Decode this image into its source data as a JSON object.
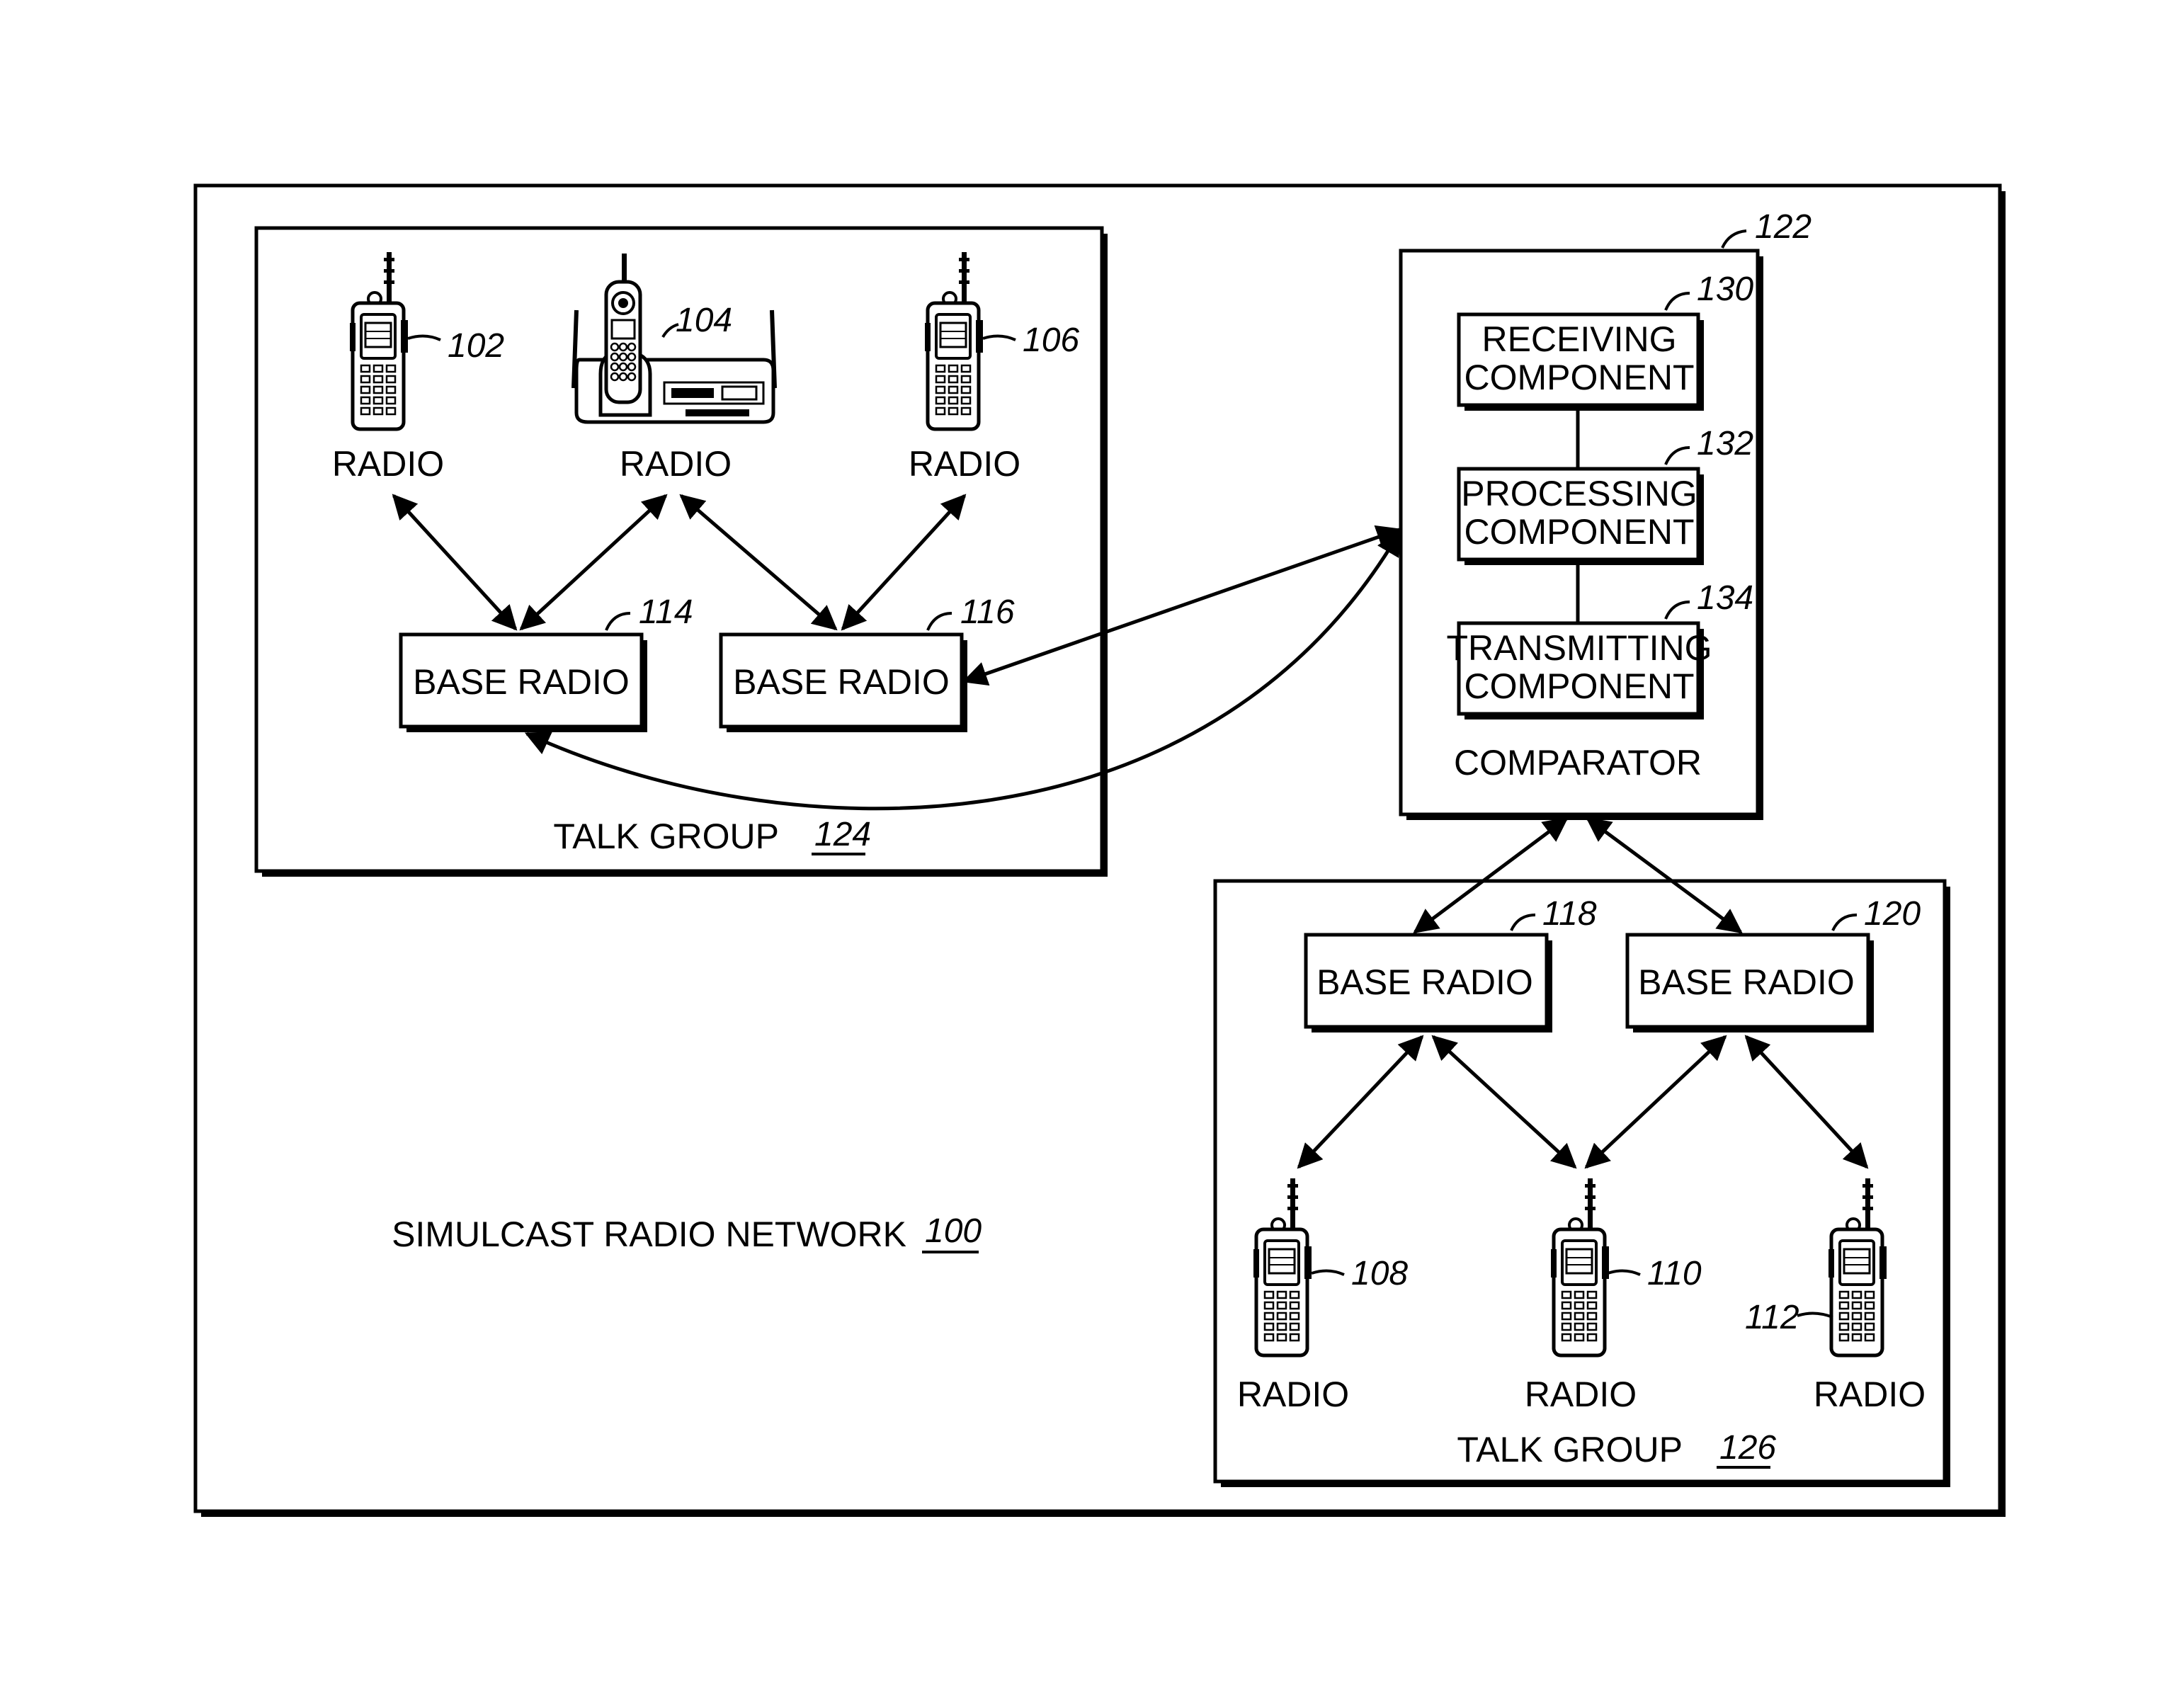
{
  "network": {
    "label": "SIMULCAST RADIO NETWORK",
    "ref": "100"
  },
  "talk_group_a": {
    "label": "TALK GROUP",
    "ref": "124",
    "radios": [
      {
        "label": "RADIO",
        "ref": "102"
      },
      {
        "label": "RADIO",
        "ref": "104"
      },
      {
        "label": "RADIO",
        "ref": "106"
      }
    ],
    "base_radios": [
      {
        "label": "BASE RADIO",
        "ref": "114"
      },
      {
        "label": "BASE RADIO",
        "ref": "116"
      }
    ]
  },
  "talk_group_b": {
    "label": "TALK GROUP",
    "ref": "126",
    "radios": [
      {
        "label": "RADIO",
        "ref": "108"
      },
      {
        "label": "RADIO",
        "ref": "110"
      },
      {
        "label": "RADIO",
        "ref": "112"
      }
    ],
    "base_radios": [
      {
        "label": "BASE RADIO",
        "ref": "118"
      },
      {
        "label": "BASE RADIO",
        "ref": "120"
      }
    ]
  },
  "comparator": {
    "label": "COMPARATOR",
    "ref": "122",
    "components": [
      {
        "line1": "RECEIVING",
        "line2": "COMPONENT",
        "ref": "130"
      },
      {
        "line1": "PROCESSING",
        "line2": "COMPONENT",
        "ref": "132"
      },
      {
        "line1": "TRANSMITTING",
        "line2": "COMPONENT",
        "ref": "134"
      }
    ]
  },
  "icons": {
    "handheld": "handheld-radio-icon",
    "cordless": "cordless-phone-base-icon"
  }
}
